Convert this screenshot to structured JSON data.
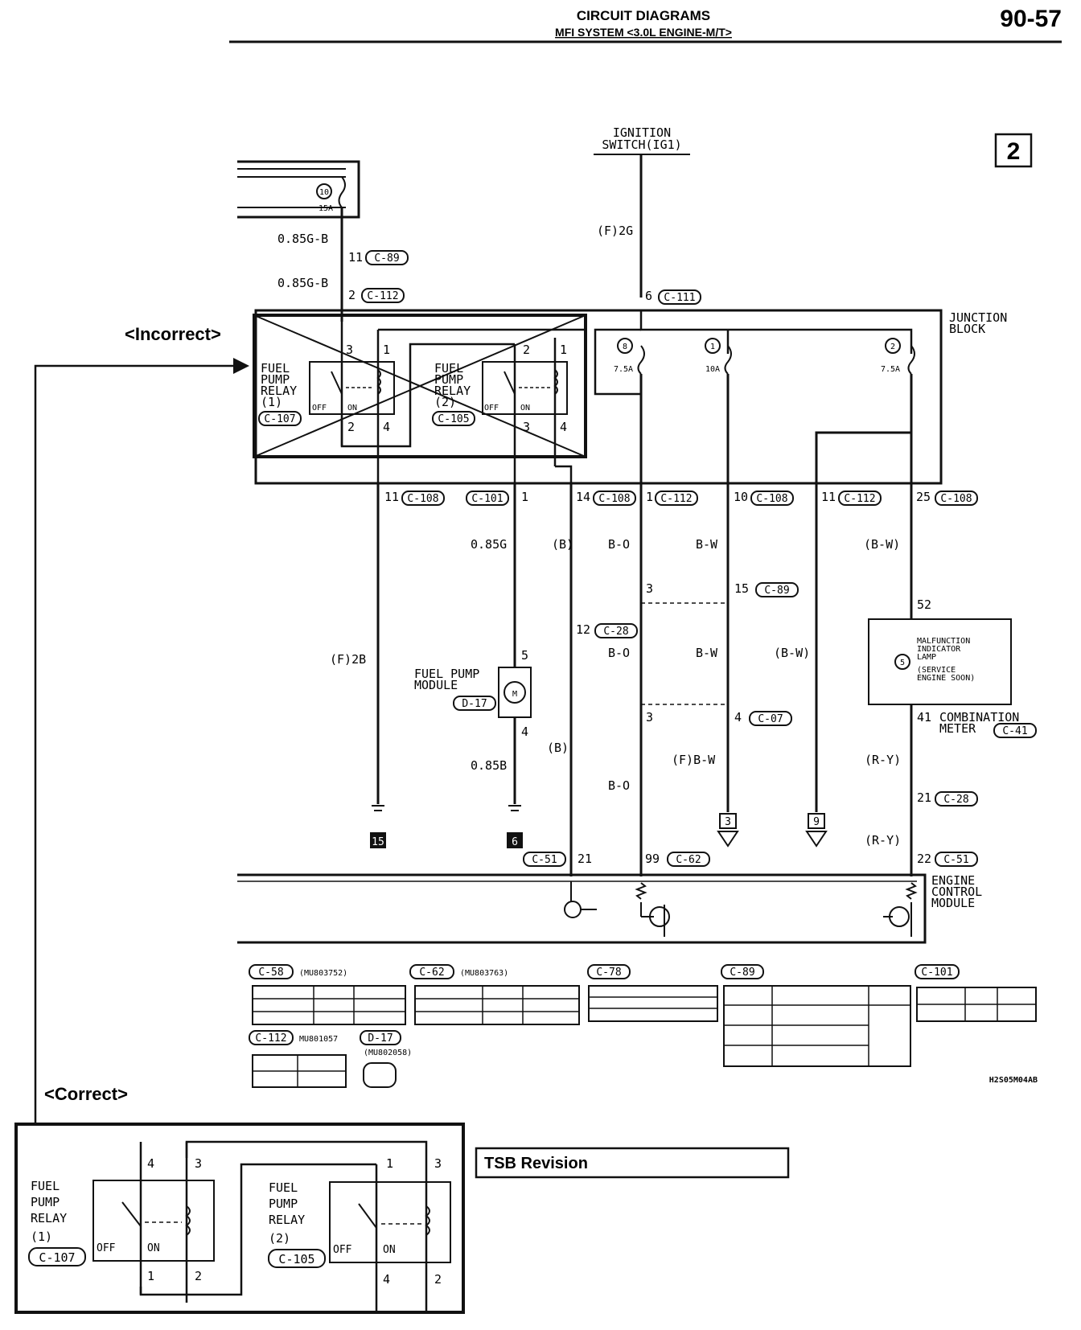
{
  "header": {
    "title": "CIRCUIT DIAGRAMS",
    "subtitle": "MFI SYSTEM <3.0L ENGINE-M/T>",
    "page_number": "90-57",
    "sheet": "2"
  },
  "ignition": {
    "line1": "IGNITION",
    "line2": "SWITCH(IG1)",
    "wire": "(F)2G",
    "pin": "6",
    "conn": "C-111"
  },
  "fuse_top": {
    "num": "10",
    "amp": "15A"
  },
  "wire_top": {
    "w1": "0.85G-B",
    "p1": "11",
    "c1": "C-89",
    "w2": "0.85G-B",
    "p2": "2",
    "c2": "C-112"
  },
  "labels": {
    "incorrect": "<Incorrect>",
    "correct": "<Correct>",
    "tsb": "TSB Revision",
    "figure_id": "H2S05M04AB"
  },
  "junction_block": {
    "line1": "JUNCTION",
    "line2": "BLOCK",
    "fuses": [
      {
        "num": "8",
        "amp": "7.5A"
      },
      {
        "num": "1",
        "amp": "10A"
      },
      {
        "num": "2",
        "amp": "7.5A"
      }
    ]
  },
  "relay_common": {
    "off": "OFF",
    "on": "ON",
    "fuel": "FUEL",
    "pump": "PUMP",
    "relay": "RELAY"
  },
  "relay1_incorrect": {
    "num": "(1)",
    "conn": "C-107",
    "pin_tl": "3",
    "pin_tr": "1",
    "pin_bl": "2",
    "pin_br": "4"
  },
  "relay2_incorrect": {
    "num": "(2)",
    "conn": "C-105",
    "pin_tl": "2",
    "pin_tr": "1",
    "pin_bl": "3",
    "pin_br": "4"
  },
  "relay1_correct": {
    "num": "(1)",
    "conn": "C-107",
    "pin_tl": "4",
    "pin_tr": "3",
    "pin_bl": "1",
    "pin_br": "2"
  },
  "relay2_correct": {
    "num": "(2)",
    "conn": "C-105",
    "pin_tl": "1",
    "pin_tr": "3",
    "pin_bl": "4",
    "pin_br": "2"
  },
  "jb_pins": [
    {
      "pin": "11",
      "conn": "C-108"
    },
    {
      "conn": "C-101",
      "pin": "1"
    },
    {
      "pin": "14",
      "conn": "C-108"
    },
    {
      "pin": "1",
      "conn": "C-112"
    },
    {
      "pin": "10",
      "conn": "C-108"
    },
    {
      "pin": "11",
      "conn": "C-112"
    },
    {
      "pin": "25",
      "conn": "C-108"
    }
  ],
  "wires": {
    "w_085g": "0.85G",
    "w_b1": "(B)",
    "w_bo1": "B-O",
    "w_bw1": "B-W",
    "w_bw_paren": "(B-W)",
    "w_f2b": "(F)2B",
    "w_bo2": "B-O",
    "w_bw2": "B-W",
    "w_bw3": "(B-W)",
    "w_b2": "(B)",
    "w_085b": "0.85B",
    "w_fbw": "(F)B-W",
    "w_bo3": "B-O",
    "w_ry1": "(R-Y)",
    "w_ry2": "(R-Y)"
  },
  "pins_mid": {
    "p3a": "3",
    "p15": "15",
    "c89": "C-89",
    "p12": "12",
    "c28a": "C-28",
    "p3b": "3",
    "p4": "4",
    "c07": "C-07",
    "p52": "52",
    "p41": "41",
    "p21": "21",
    "c28b": "C-28",
    "p5": "5",
    "p4b": "4"
  },
  "fuel_pump_module": {
    "line1": "FUEL PUMP",
    "line2": "MODULE",
    "conn": "D-17"
  },
  "mil": {
    "line1": "MALFUNCTION",
    "line2": "INDICATOR",
    "line3": "LAMP",
    "line4": "(SERVICE",
    "line5": "ENGINE SOON)",
    "num": "5"
  },
  "combination_meter": {
    "line1": "COMBINATION",
    "line2": "METER",
    "conn": "C-41"
  },
  "grounds": {
    "g15": "15",
    "g6": "6",
    "g3": "3",
    "g9": "9"
  },
  "ecm": {
    "line1": "ENGINE",
    "line2": "CONTROL",
    "line3": "MODULE",
    "pins": [
      {
        "conn": "C-51",
        "pin": "21"
      },
      {
        "pin": "99",
        "conn": "C-62"
      },
      {
        "pin": "22",
        "conn": "C-51"
      }
    ]
  },
  "connectors": [
    {
      "name": "C-58",
      "part": "(MU803752)"
    },
    {
      "name": "C-62",
      "part": "(MU803763)"
    },
    {
      "name": "C-78",
      "part": ""
    },
    {
      "name": "C-89",
      "part": ""
    },
    {
      "name": "C-101",
      "part": ""
    },
    {
      "name": "C-112",
      "part": "MU801057"
    },
    {
      "name": "D-17",
      "part": "(MU802058)"
    }
  ]
}
